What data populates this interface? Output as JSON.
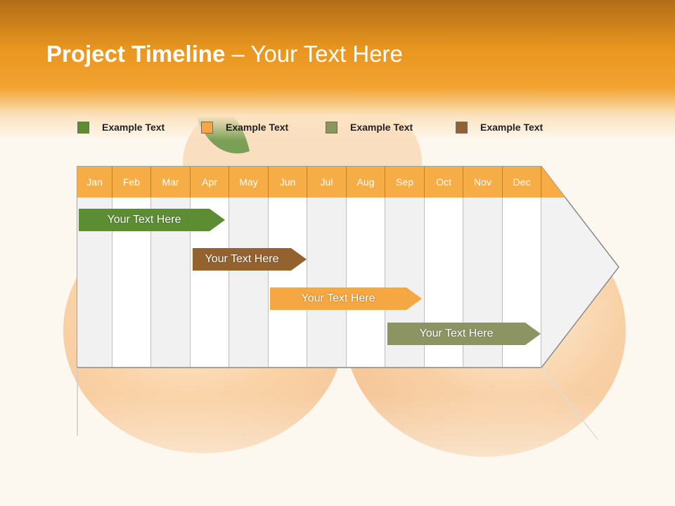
{
  "title": {
    "bold": "Project Timeline",
    "rest": " – Your Text Here"
  },
  "colors": {
    "green": "#5d8d33",
    "orange": "#f4a742",
    "olive": "#8d9464",
    "brown": "#94622f",
    "header_orange": "#f6ad45"
  },
  "legend": [
    {
      "label": "Example Text",
      "color": "#5d8d33"
    },
    {
      "label": "Example Text",
      "color": "#f4a742"
    },
    {
      "label": "Example Text",
      "color": "#8d9464"
    },
    {
      "label": "Example Text",
      "color": "#94622f"
    }
  ],
  "months": [
    "Jan",
    "Feb",
    "Mar",
    "Apr",
    "May",
    "Jun",
    "Jul",
    "Aug",
    "Sep",
    "Oct",
    "Nov",
    "Dec"
  ],
  "tasks": [
    {
      "label": "Your  Text Here",
      "color": "#5d8d33",
      "start_month": "Jan",
      "end_month": "Apr"
    },
    {
      "label": "Your  Text Here",
      "color": "#94622f",
      "start_month": "Apr",
      "end_month": "Jun"
    },
    {
      "label": "Your  Text Here",
      "color": "#f4a742",
      "start_month": "Jun",
      "end_month": "Sep"
    },
    {
      "label": "Your  Text Here",
      "color": "#8d9464",
      "start_month": "Sep",
      "end_month": "Dec"
    }
  ]
}
